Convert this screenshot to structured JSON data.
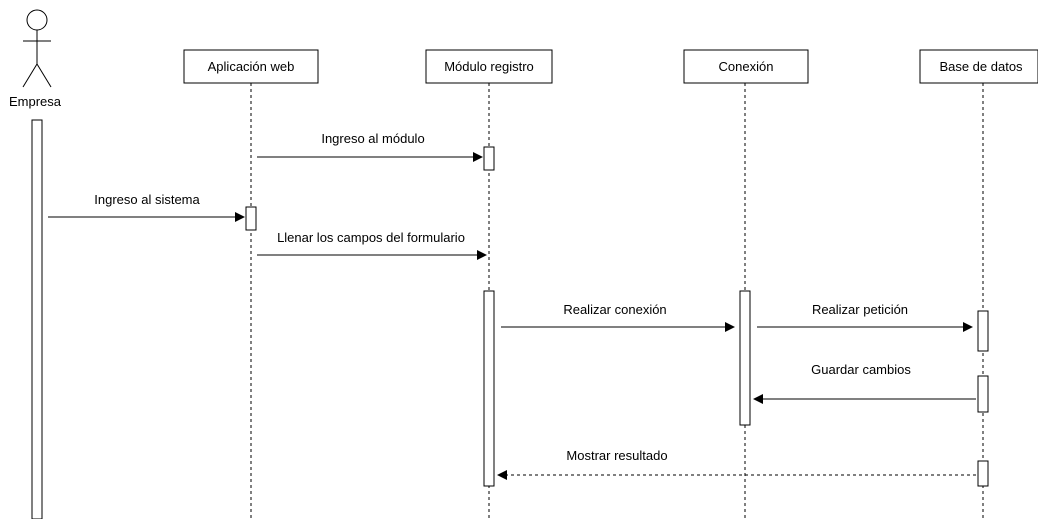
{
  "diagram": {
    "type": "sequence",
    "actor": {
      "label": "Empresa"
    },
    "participants": [
      {
        "label": "Aplicación web"
      },
      {
        "label": "Módulo registro"
      },
      {
        "label": "Conexión"
      },
      {
        "label": "Base de datos"
      }
    ],
    "messages": [
      {
        "label": "Ingreso al módulo",
        "from": "Aplicación web",
        "to": "Módulo registro",
        "style": "solid"
      },
      {
        "label": "Ingreso al sistema",
        "from": "Empresa",
        "to": "Aplicación web",
        "style": "solid"
      },
      {
        "label": "Llenar los campos del formulario",
        "from": "Aplicación web",
        "to": "Módulo registro",
        "style": "solid"
      },
      {
        "label": "Realizar conexión",
        "from": "Módulo registro",
        "to": "Conexión",
        "style": "solid"
      },
      {
        "label": "Realizar petición",
        "from": "Conexión",
        "to": "Base de datos",
        "style": "solid"
      },
      {
        "label": "Guardar cambios",
        "from": "Base de datos",
        "to": "Conexión",
        "style": "solid"
      },
      {
        "label": "Mostrar resultado",
        "from": "Base de datos",
        "to": "Módulo registro",
        "style": "dashed"
      }
    ]
  }
}
